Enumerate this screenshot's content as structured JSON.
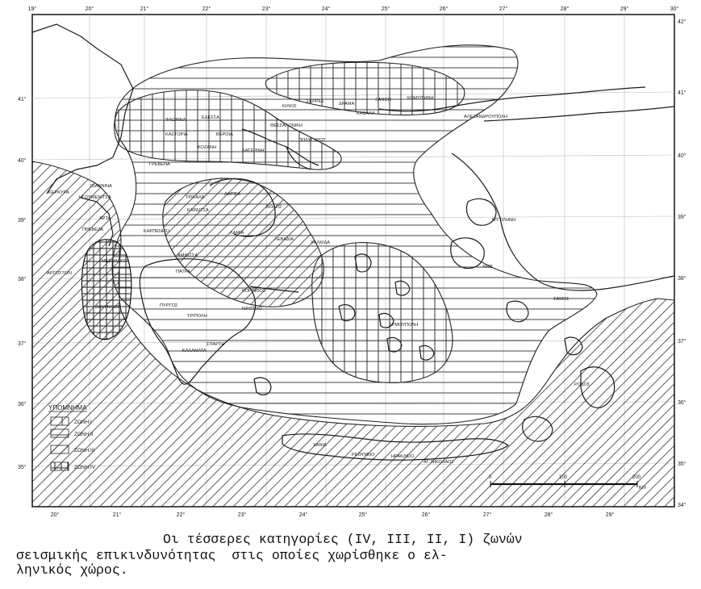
{
  "map": {
    "top_longitudes": [
      "19°",
      "20°",
      "21°",
      "22°",
      "23°",
      "24°",
      "25°",
      "26°",
      "27°",
      "28°",
      "29°",
      "30°"
    ],
    "bottom_longitudes": [
      "20°",
      "21°",
      "22°",
      "23°",
      "24°",
      "25°",
      "26°",
      "27°",
      "28°",
      "29°"
    ],
    "left_latitudes": [
      "41°",
      "40°",
      "39°",
      "38°",
      "37°",
      "36°",
      "35°"
    ],
    "right_latitudes": [
      "42°",
      "41°",
      "40°",
      "39°",
      "38°",
      "37°",
      "36°",
      "35°",
      "34°"
    ],
    "cities": [
      "ΔΡΑΜΑ",
      "ΞΑΝΘΗ",
      "ΚΟΜΟΤΗΝΗ",
      "ΣΕΡΡΕΣ",
      "ΚΙΛΚΙΣ",
      "ΚΑΒΑΛΑ",
      "ΑΛΕΞΑΝΔΡΟΥΠΟΛΗ",
      "ΦΛΩΡΙΝΑ",
      "ΕΔΕΣΣΑ",
      "ΘΕΣΣΑΛΟΝΙΚΗ",
      "ΚΑΣΤΟΡΙΑ",
      "ΚΟΖΑΝΗ",
      "ΒΕΡΟΙΑ",
      "ΚΑΤΕΡΙΝΗ",
      "ΠΟΛΥΓΥΡΟΣ",
      "ΓΡΕΒΕΝΑ",
      "ΙΩΑΝΝΙΝΑ",
      "ΚΕΡΚΥΡΑ",
      "ΗΓΟΥΜΕΝΙΤΣΑ",
      "ΤΡΙΚΑΛΑ",
      "ΛΑΡΙΣΑ",
      "ΚΑΡΔΙΤΣΑ",
      "ΒΟΛΟΣ",
      "ΑΡΤΑ",
      "ΠΡΕΒΕΖΑ",
      "ΚΑΡΠΕΝΗΣΙ",
      "ΛΑΜΙΑ",
      "ΜΥΤΙΛΗΝΗ",
      "ΑΡΓΟΣΤΟΛΙ",
      "ΜΕΣΟΛΟΓΓΙ",
      "ΑΜΦΙΣΣΑ",
      "ΛΕΒΑΔΙΑ",
      "ΧΑΛΚΙΔΑ",
      "ΠΑΤΡΑ",
      "ΚΟΡΙΝΘΟΣ",
      "ΖΑΚΥΝΘΟΣ",
      "ΠΥΡΓΟΣ",
      "ΝΑΥΠΛΙΟ",
      "ΤΡΙΠΟΛΗ",
      "ΣΠΑΡΤΗ",
      "ΚΑΛΑΜΑΤΑ",
      "ΕΡΜΟΥΠΟΛΗ",
      "ΣΑΜΟΣ",
      "ΧΙΟΣ",
      "ΡΟΔΟΣ",
      "ΧΑΝΙΑ",
      "ΡΕΘΥΜΝΟ",
      "ΗΡΑΚΛΕΙΟ",
      "ΑΓ. ΝΙΚΟΛΑΟΣ"
    ],
    "scale": {
      "ticks": [
        "0",
        "100",
        "200"
      ],
      "unit": "Km"
    }
  },
  "legend": {
    "title": "ΥΠΟΜΝΗΜΑ",
    "items": [
      {
        "label": "ΖΩΝΗ Ι",
        "pattern": "vertical-lines"
      },
      {
        "label": "ΖΩΝΗ ΙΙ",
        "pattern": "horizontal-lines"
      },
      {
        "label": "ΖΩΝΗ ΙΙΙ",
        "pattern": "diagonal-lines"
      },
      {
        "label": "ΖΩΝΗ ΙV",
        "pattern": "cross-hatch"
      }
    ]
  },
  "caption": {
    "line1": "Οι τέσσερες κατηγορίες (IV, III, II, I) ζωνών",
    "line2": "σεισμικής επικινδυνότητας  στις οποίες χωρίσθηκε ο ελ-",
    "line3": "ληνικός χώρος."
  }
}
